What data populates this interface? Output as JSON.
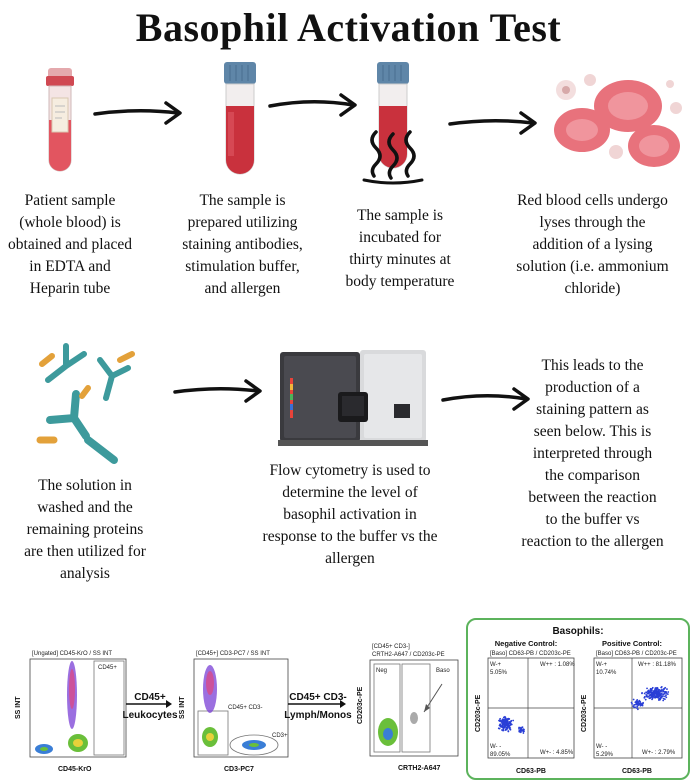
{
  "title": "Basophil Activation Test",
  "steps_row1": [
    "Patient sample\n(whole blood) is\nobtained and placed\nin EDTA and\nHeparin tube",
    "The sample is\nprepared utilizing\nstaining antibodies,\nstimulation buffer,\nand allergen",
    "The sample is\nincubated for\nthirty minutes at\nbody temperature",
    "Red blood cells undergo\nlyses through the\naddition of a lysing\nsolution (i.e. ammonium\nchloride)"
  ],
  "steps_row2": [
    "The solution in\nwashed and the\nremaining proteins\nare then utilized for\nanalysis",
    "Flow cytometry is used to\ndetermine the level of\nbasophil activation  in\nresponse to the buffer vs the\nallergen",
    "This leads to the\nproduction of a\nstaining pattern as\nseen below. This is\ninterpreted through\nthe comparison\nbetween the reaction\nto the buffer vs\nreaction to the allergen"
  ],
  "gating": {
    "plot1": {
      "header": "[Ungated] CD45-KrO / SS INT",
      "gate": "CD45+",
      "xlabel": "CD45-KrO",
      "ylabel": "SS INT"
    },
    "arrow1": "CD45+\nLeukocytes",
    "plot2": {
      "header": "[CD45+] CD3-PC7 / SS INT",
      "gate1": "CD45+ CD3-",
      "gate2": "CD3+",
      "xlabel": "CD3-PC7",
      "ylabel": "SS INT"
    },
    "arrow2": "CD45+ CD3-\nLymph/Monos",
    "plot3": {
      "header1": "[CD45+ CD3-]",
      "header2": "CRTH2-A647 / CD203c-PE",
      "gate1": "Neg",
      "gate2": "Baso",
      "xlabel": "CRTH2-A647",
      "ylabel": "CD203c-PE"
    },
    "basophils": {
      "title": "Basophils:",
      "neg_title": "Negative Control:",
      "pos_title": "Positive Control:",
      "neg_header": "[Baso] CD63-PB / CD203c-PE",
      "pos_header": "[Baso] CD63-PB / CD203c-PE",
      "neg_q": [
        "W-+",
        "5.05%",
        "W++ : 1.08%",
        "W- -",
        "89.05%",
        "W+- : 4.85%"
      ],
      "pos_q": [
        "W-+",
        "10.74%",
        "W++ : 81.18%",
        "W- -",
        "5.29%",
        "W+- : 2.79%"
      ],
      "xlabel": "CD63-PB",
      "ylabel": "CD203c-PE"
    }
  },
  "colors": {
    "arrow": "#111111",
    "tube_red": "#d23a45",
    "cap_blue": "#5f86a8",
    "teal": "#3d9a9c",
    "orange": "#e3a13a",
    "panel_green": "#5cb35c",
    "dots_blue": "#2a3fd6"
  }
}
